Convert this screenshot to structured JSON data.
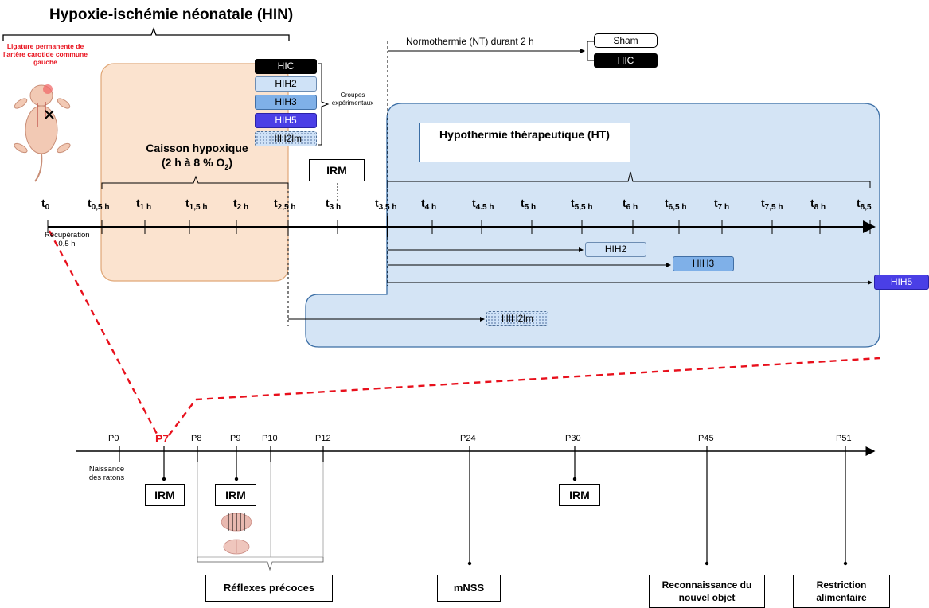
{
  "title": "Hypoxie-ischémie néonatale (HIN)",
  "ligature": "Ligature permanente de l'artère carotide commune gauche",
  "groups_label": "Groupes expérimentaux",
  "groups": [
    "HIC",
    "HIH2",
    "HIH3",
    "HIH5",
    "HIH2lm"
  ],
  "caisson": "Caisson hypoxique",
  "caisson_sub_prefix": "(2 h à 8 % O",
  "caisson_sub_index": "2",
  "caisson_sub_suffix": ")",
  "irm": "IRM",
  "normothermie": "Normothermie (NT) durant 2 h",
  "nt_groups": [
    "Sham",
    "HIC"
  ],
  "ht_label": "Hypothermie thérapeutique (HT)",
  "recuperation": "Récupération 0,5 h",
  "timepoints": [
    {
      "t": "t",
      "s": "0"
    },
    {
      "t": "t",
      "s": "0,5 h"
    },
    {
      "t": "t",
      "s": "1 h"
    },
    {
      "t": "t",
      "s": "1,5 h"
    },
    {
      "t": "t",
      "s": "2 h"
    },
    {
      "t": "t",
      "s": "2,5 h"
    },
    {
      "t": "t",
      "s": "3 h"
    },
    {
      "t": "t",
      "s": "3,5 h"
    },
    {
      "t": "t",
      "s": "4 h"
    },
    {
      "t": "t",
      "s": "4.5 h"
    },
    {
      "t": "t",
      "s": "5 h"
    },
    {
      "t": "t",
      "s": "5,5 h"
    },
    {
      "t": "t",
      "s": "6 h"
    },
    {
      "t": "t",
      "s": "6,5 h"
    },
    {
      "t": "t",
      "s": "7 h"
    },
    {
      "t": "t",
      "s": "7,5 h"
    },
    {
      "t": "t",
      "s": "8 h"
    },
    {
      "t": "t",
      "s": "8,5"
    }
  ],
  "ht_arrows": [
    "HIH2",
    "HIH3",
    "HIH5",
    "HIH2lm"
  ],
  "days": [
    "P0",
    "P7",
    "P8",
    "P9",
    "P10",
    "P12",
    "P24",
    "P30",
    "P45",
    "P51"
  ],
  "naissance": "Naissance des ratons",
  "reflexes": "Réflexes précoces",
  "mnss": "mNSS",
  "reconnaissance": "Reconnaissance du nouvel objet",
  "restriction": "Restriction alimentaire",
  "colors": {
    "caisson_fill": "#fbe3cf",
    "caisson_stroke": "#e0a777",
    "ht_fill": "#d4e4f5",
    "ht_stroke": "#3b6ea5",
    "accent_red": "#e8101c"
  }
}
